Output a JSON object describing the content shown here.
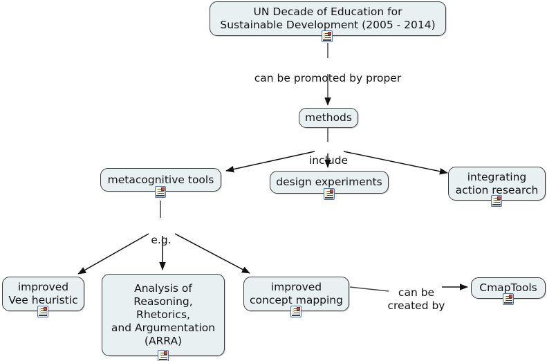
{
  "diagram": {
    "title": "UN Decade of Education for Sustainable Development concept map",
    "background_color": "#ffffff",
    "node_fill_color": "#e9f0f2",
    "node_border_color": "#3a3a3a",
    "edge_color": "#1a1a1a",
    "icon_name": "resource-document-icon"
  },
  "nodes": [
    {
      "id": "un-decade",
      "label": "UN Decade of Education for\nSustainable Development (2005 - 2014)"
    },
    {
      "id": "methods",
      "label": "methods"
    },
    {
      "id": "metacognitive-tools",
      "label": "metacognitive tools"
    },
    {
      "id": "design-experiments",
      "label": "design experiments"
    },
    {
      "id": "integrating-action-research",
      "label": "integrating\naction research"
    },
    {
      "id": "improved-vee-heuristic",
      "label": "improved\nVee heuristic"
    },
    {
      "id": "arra",
      "label": "Analysis of\nReasoning,\nRhetorics,\nand Argumentation\n(ARRA)"
    },
    {
      "id": "improved-concept-mapping",
      "label": "improved\nconcept mapping"
    },
    {
      "id": "cmaptools",
      "label": "CmapTools"
    }
  ],
  "edge_labels": [
    {
      "id": "can-be-promoted-by-proper",
      "label": "can be promoted by proper"
    },
    {
      "id": "include",
      "label": "include"
    },
    {
      "id": "eg",
      "label": "e.g."
    },
    {
      "id": "can-be-created-by",
      "label": "can be\ncreated by"
    }
  ]
}
